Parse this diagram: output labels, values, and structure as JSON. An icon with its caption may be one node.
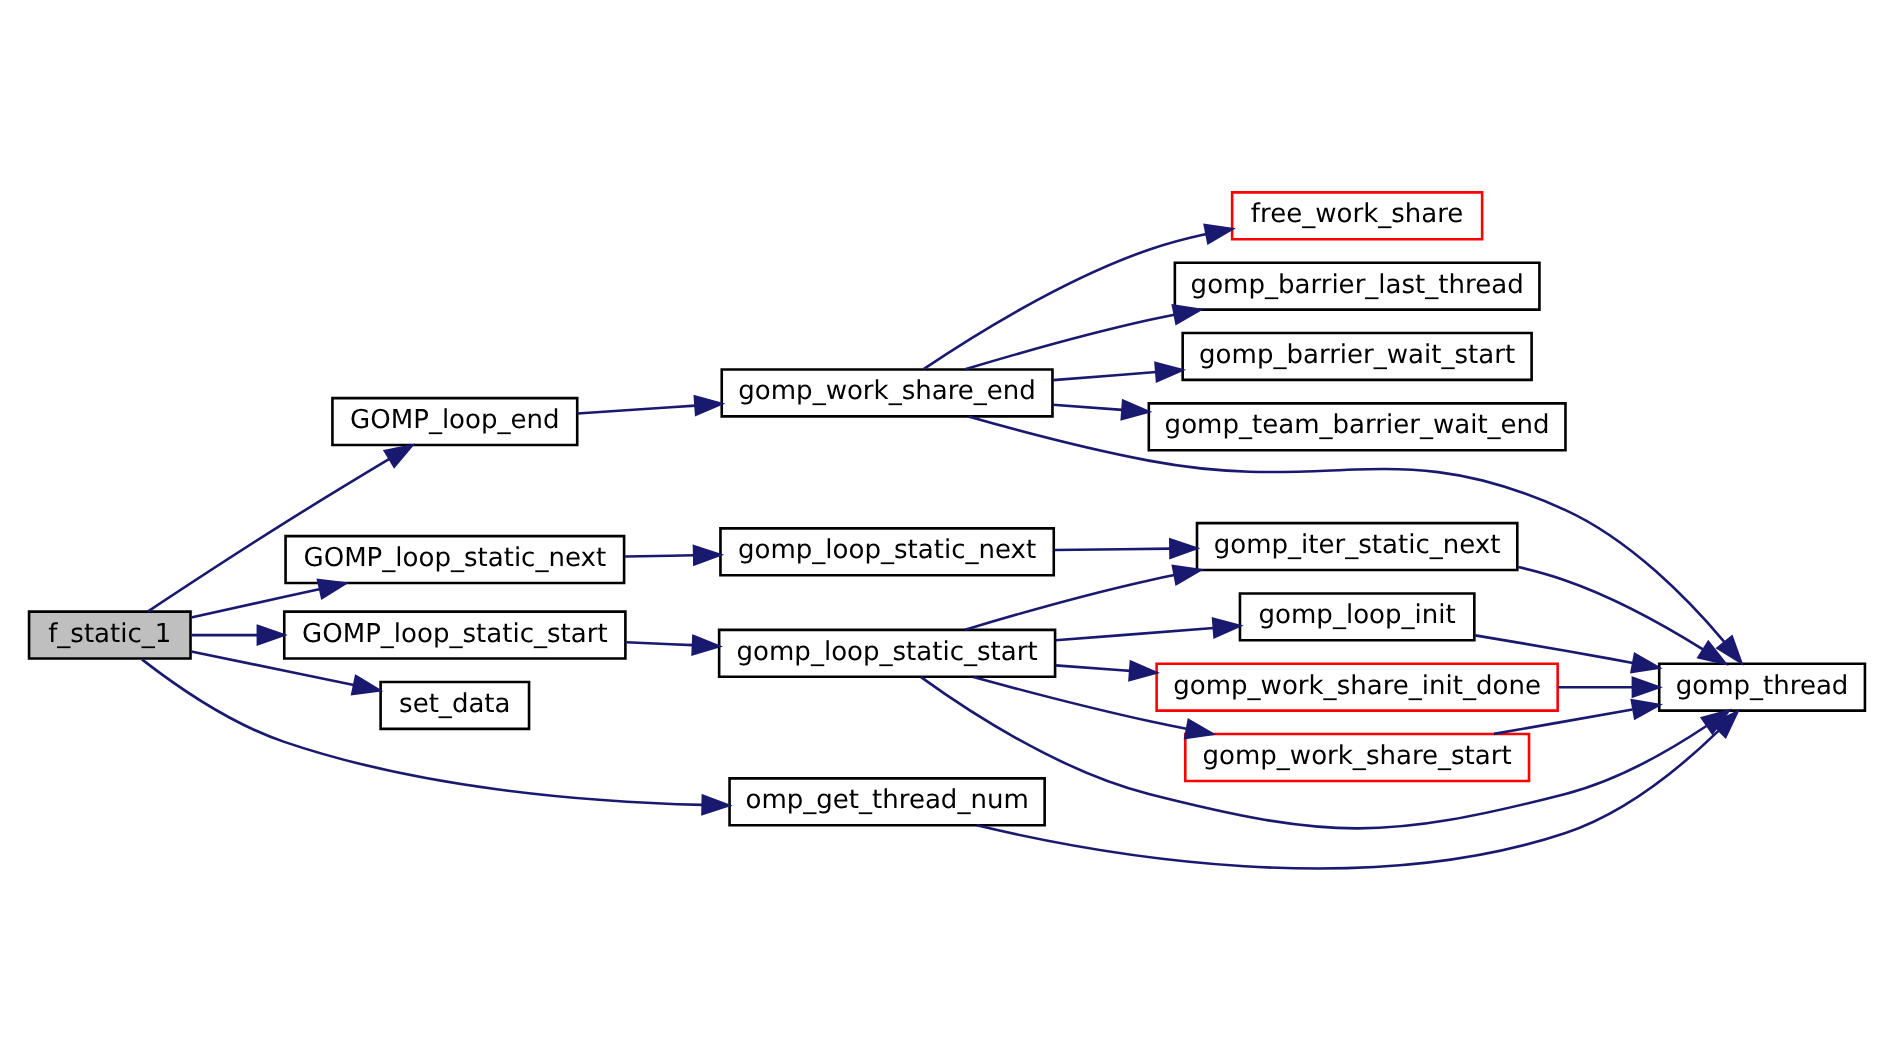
{
  "diagram": {
    "nodes": [
      {
        "text": [
          "f_static_1"
        ]
      },
      {
        "text": [
          "GOMP_loop_end"
        ]
      },
      {
        "text": [
          "GOMP_loop_static_next"
        ]
      },
      {
        "text": [
          "GOMP_loop_static_start"
        ]
      },
      {
        "text": [
          "set_data"
        ]
      },
      {
        "text": [
          "omp_get_thread_num"
        ]
      },
      {
        "text": [
          "gomp_work_share_end"
        ]
      },
      {
        "text": [
          "gomp_loop_static_next"
        ]
      },
      {
        "text": [
          "gomp_loop_static_start"
        ]
      },
      {
        "text": [
          "free_work_share"
        ]
      },
      {
        "text": [
          "gomp_barrier_last_thread"
        ]
      },
      {
        "text": [
          "gomp_barrier_wait_start"
        ]
      },
      {
        "text": [
          "gomp_team_barrier_wait_end"
        ]
      },
      {
        "text": [
          "gomp_iter_static_next"
        ]
      },
      {
        "text": [
          "gomp_loop_init"
        ]
      },
      {
        "text": [
          "gomp_work_share_init_done"
        ]
      },
      {
        "text": [
          "gomp_work_share_start"
        ]
      },
      {
        "text": [
          "gomp_thread"
        ]
      }
    ],
    "edges": [
      {
        "from": 0,
        "to": 1,
        "arrow": "to"
      },
      {
        "from": 0,
        "to": 2,
        "arrow": "to"
      },
      {
        "from": 0,
        "to": 3,
        "arrow": "to"
      },
      {
        "from": 0,
        "to": 4,
        "arrow": "to"
      },
      {
        "from": 0,
        "to": 5,
        "arrow": "to"
      },
      {
        "from": 1,
        "to": 6,
        "arrow": "to"
      },
      {
        "from": 6,
        "to": 9,
        "arrow": "to"
      },
      {
        "from": 6,
        "to": 10,
        "arrow": "to"
      },
      {
        "from": 6,
        "to": 11,
        "arrow": "to"
      },
      {
        "from": 6,
        "to": 12,
        "arrow": "to"
      },
      {
        "from": 6,
        "to": 17,
        "arrow": "to"
      },
      {
        "from": 2,
        "to": 7,
        "arrow": "to"
      },
      {
        "from": 7,
        "to": 13,
        "arrow": "to"
      },
      {
        "from": 13,
        "to": 17,
        "arrow": "to"
      },
      {
        "from": 3,
        "to": 8,
        "arrow": "to"
      },
      {
        "from": 8,
        "to": 13,
        "arrow": "to"
      },
      {
        "from": 8,
        "to": 17,
        "arrow": "to"
      },
      {
        "from": 8,
        "to": 14,
        "arrow": "to"
      },
      {
        "from": 8,
        "to": 15,
        "arrow": "to"
      },
      {
        "from": 8,
        "to": 16,
        "arrow": "to"
      },
      {
        "from": 14,
        "to": 17,
        "arrow": "to"
      },
      {
        "from": 15,
        "to": 17,
        "arrow": "to"
      },
      {
        "from": 16,
        "to": 17,
        "arrow": "to"
      },
      {
        "from": 5,
        "to": 17,
        "arrow": "to"
      }
    ]
  }
}
